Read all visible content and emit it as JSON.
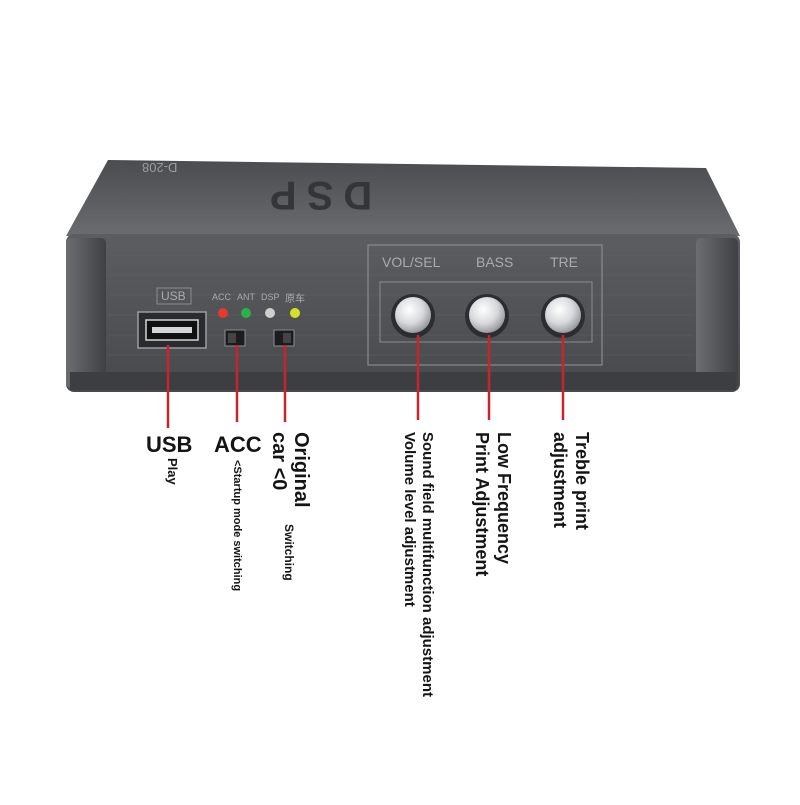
{
  "device": {
    "brand_top": "DSP",
    "model_top": "D-208",
    "port_labels": {
      "usb": "USB",
      "acc": "ACC",
      "ant": "ANT",
      "dsp": "DSP",
      "original": "原车"
    },
    "knob_labels": {
      "vol": "VOL/SEL",
      "bass": "BASS",
      "tre": "TRE"
    },
    "led_colors": {
      "acc": "#e53a2f",
      "ant": "#27b34a",
      "dsp": "#cfcfcf",
      "original": "#d6e22a"
    },
    "body_color": "#55575b",
    "callout_color": "#c8242a"
  },
  "callouts": {
    "usb_title": "USB",
    "usb_sub": "Play",
    "acc_title": "ACC",
    "acc_sub": "<Startup mode switching",
    "orig_line1": "Original",
    "orig_line2": "car <0",
    "orig_sub": "Switching",
    "vol_line1": "Sound field multifunction adjustment",
    "vol_line2": "Volume level adjustment",
    "bass_line1": "Low Frequency",
    "bass_line2": "Print Adjustment",
    "tre_line1": "Treble print",
    "tre_line2": "adjustment"
  }
}
